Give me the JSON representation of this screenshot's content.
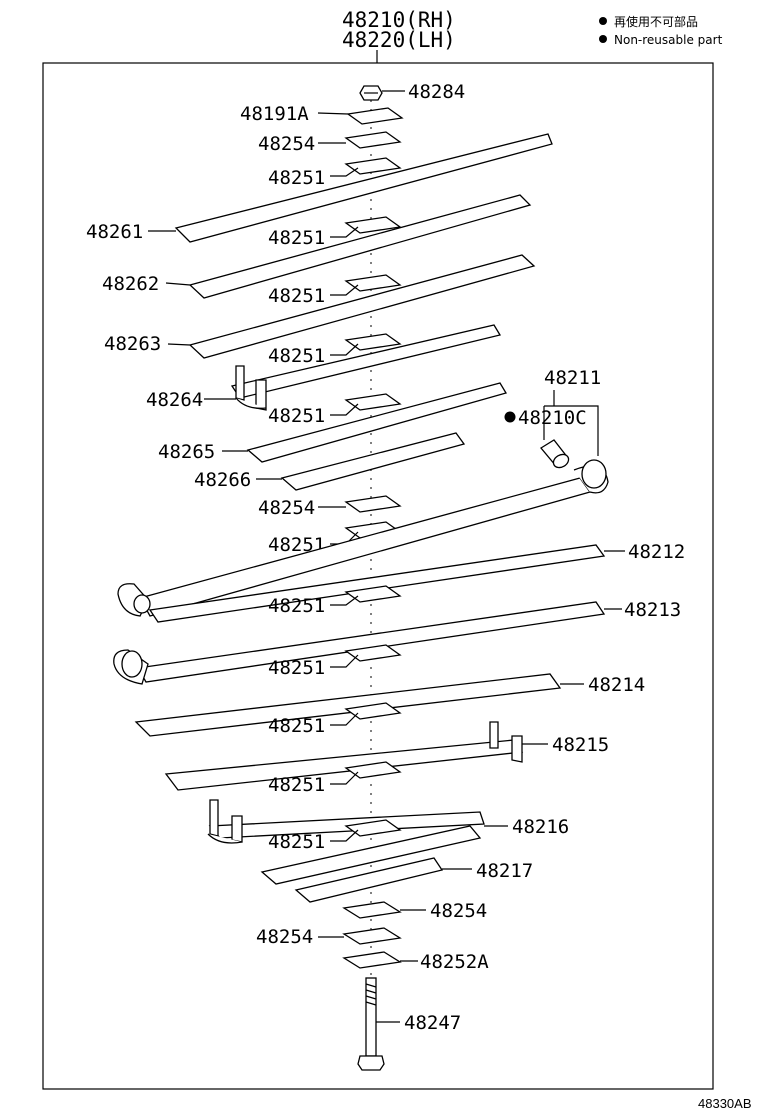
{
  "header": {
    "rh": "48210(RH)",
    "lh": "48220(LH)"
  },
  "legend": {
    "jp": "再使用不可部品",
    "en": "Non-reusable part"
  },
  "figure_ref": "48330AB",
  "labels": {
    "p48284": "48284",
    "p48191A": "48191A",
    "p48254_a": "48254",
    "p48251_a": "48251",
    "p48261": "48261",
    "p48251_b": "48251",
    "p48262": "48262",
    "p48251_c": "48251",
    "p48263": "48263",
    "p48251_d": "48251",
    "p48264": "48264",
    "p48251_e": "48251",
    "p48211": "48211",
    "p48210C": "48210C",
    "p48265": "48265",
    "p48266": "48266",
    "p48254_b": "48254",
    "p48251_f": "48251",
    "p48212": "48212",
    "p48251_g": "48251",
    "p48213": "48213",
    "p48251_h": "48251",
    "p48214": "48214",
    "p48251_i": "48251",
    "p48215": "48215",
    "p48251_j": "48251",
    "p48216": "48216",
    "p48251_k": "48251",
    "p48217": "48217",
    "p48254_c": "48254",
    "p48254_d": "48254",
    "p48252A": "48252A",
    "p48247": "48247"
  }
}
